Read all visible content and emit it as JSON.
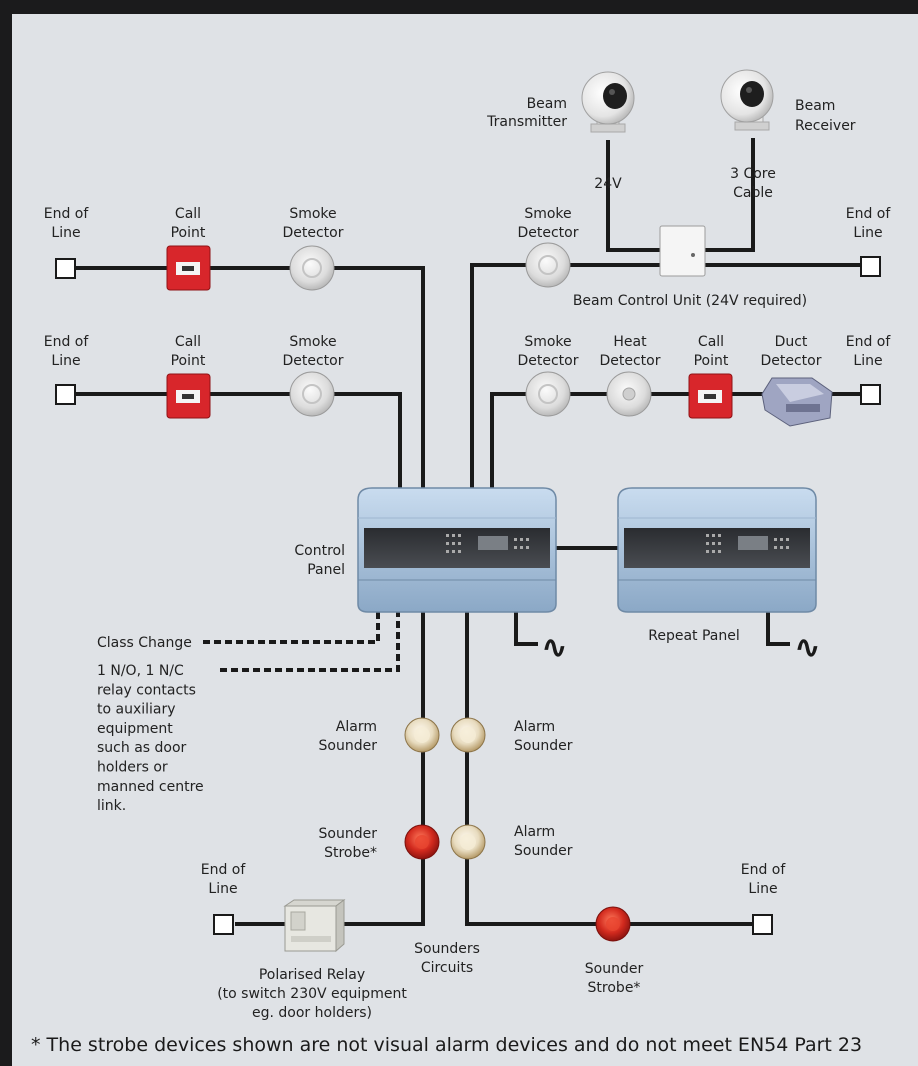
{
  "labels": {
    "beam_transmitter": [
      "Beam",
      "Transmitter"
    ],
    "beam_receiver": [
      "Beam",
      "Receiver"
    ],
    "v24": [
      "24V"
    ],
    "three_core": [
      "3 Core",
      "Cable"
    ],
    "beam_control_unit": [
      "Beam Control Unit (24V required)"
    ],
    "eol_tl1": [
      "End of",
      "Line"
    ],
    "call_point_1": [
      "Call",
      "Point"
    ],
    "smoke_1": [
      "Smoke",
      "Detector"
    ],
    "smoke_2": [
      "Smoke",
      "Detector"
    ],
    "eol_tr1": [
      "End of",
      "Line"
    ],
    "eol_tl2": [
      "End of",
      "Line"
    ],
    "call_point_2": [
      "Call",
      "Point"
    ],
    "smoke_3": [
      "Smoke",
      "Detector"
    ],
    "smoke_4": [
      "Smoke",
      "Detector"
    ],
    "heat": [
      "Heat",
      "Detector"
    ],
    "call_point_3": [
      "Call",
      "Point"
    ],
    "duct": [
      "Duct",
      "Detector"
    ],
    "eol_tr2": [
      "End of",
      "Line"
    ],
    "control_panel": [
      "Control",
      "Panel"
    ],
    "repeat_panel": [
      "Repeat Panel"
    ],
    "class_change": [
      "Class Change"
    ],
    "relay_contacts": [
      "1 N/O, 1 N/C",
      "relay contacts",
      "to auxiliary",
      "equipment",
      "such as door",
      "holders or",
      "manned centre",
      "link."
    ],
    "alarm_sounder_1": [
      "Alarm",
      "Sounder"
    ],
    "alarm_sounder_2": [
      "Alarm",
      "Sounder"
    ],
    "sounder_strobe_1": [
      "Sounder",
      "Strobe*"
    ],
    "alarm_sounder_3": [
      "Alarm",
      "Sounder"
    ],
    "eol_bl": [
      "End of",
      "Line"
    ],
    "eol_br": [
      "End of",
      "Line"
    ],
    "polarised_relay": [
      "Polarised Relay",
      "(to switch 230V equipment",
      "eg. door holders)"
    ],
    "sounders_circuits": [
      "Sounders",
      "Circuits"
    ],
    "sounder_strobe_2": [
      "Sounder",
      "Strobe*"
    ]
  },
  "footnote": "* The strobe devices shown are not visual alarm devices and do not meet EN54 Part 23",
  "ac_symbol": "∿",
  "colors": {
    "background": "#dfe2e6",
    "frame": "#1b1b1c",
    "wire": "#1a1a1a",
    "call_point_red": "#d8262b",
    "strobe_red": "#d22a1e",
    "sounder_cream": "#e8dcc0"
  }
}
